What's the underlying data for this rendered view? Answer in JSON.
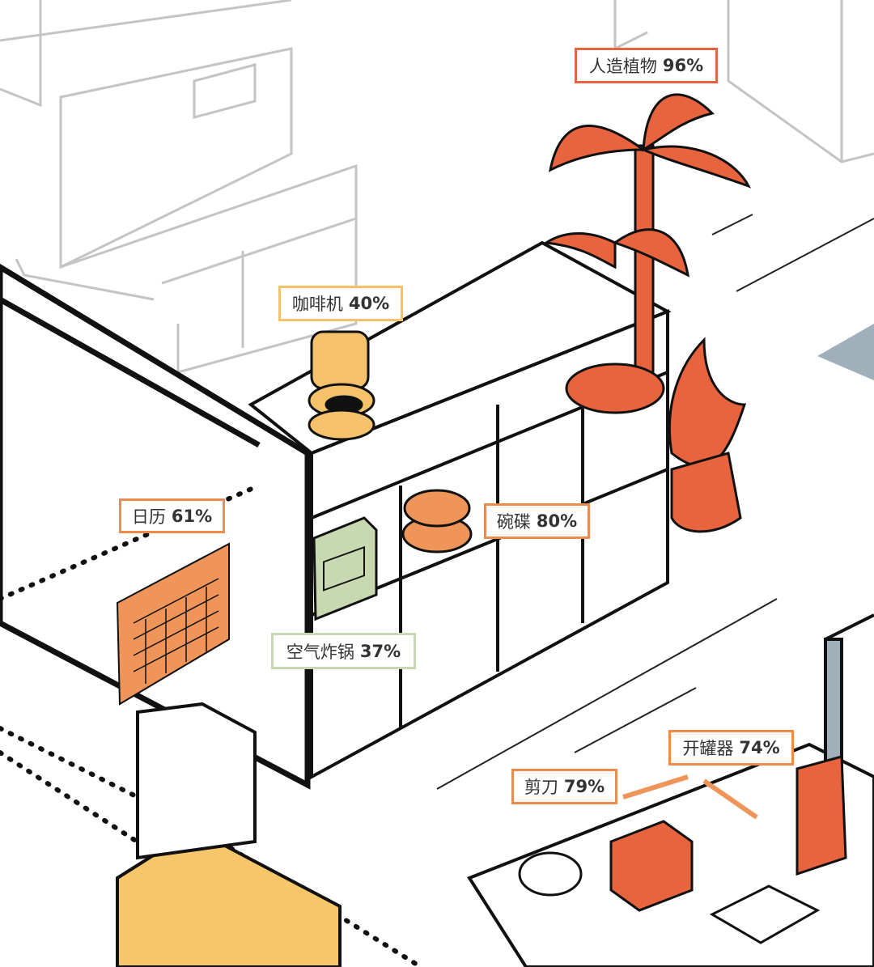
{
  "detections": [
    {
      "id": "plant",
      "name": "人造植物",
      "score": "96%",
      "color": "#e8643f"
    },
    {
      "id": "coffee",
      "name": "咖啡机",
      "score": "40%",
      "color": "#f5c26b"
    },
    {
      "id": "calendar",
      "name": "日历",
      "score": "61%",
      "color": "#f0955a"
    },
    {
      "id": "bowls",
      "name": "碗碟",
      "score": "80%",
      "color": "#f0955a"
    },
    {
      "id": "airfryer",
      "name": "空气炸锅",
      "score": "37%",
      "color": "#c8d8b0"
    },
    {
      "id": "opener",
      "name": "开罐器",
      "score": "74%",
      "color": "#f0955a"
    },
    {
      "id": "scissors",
      "name": "剪刀",
      "score": "79%",
      "color": "#f0955a"
    }
  ],
  "colors": {
    "accent_orange": "#e8643f",
    "coffee_yellow": "#f5c26b",
    "oven_green": "#c8d8b0",
    "safe_yellow": "#f8c66a",
    "line": "#111111",
    "faded_line": "#bdbdbd"
  }
}
